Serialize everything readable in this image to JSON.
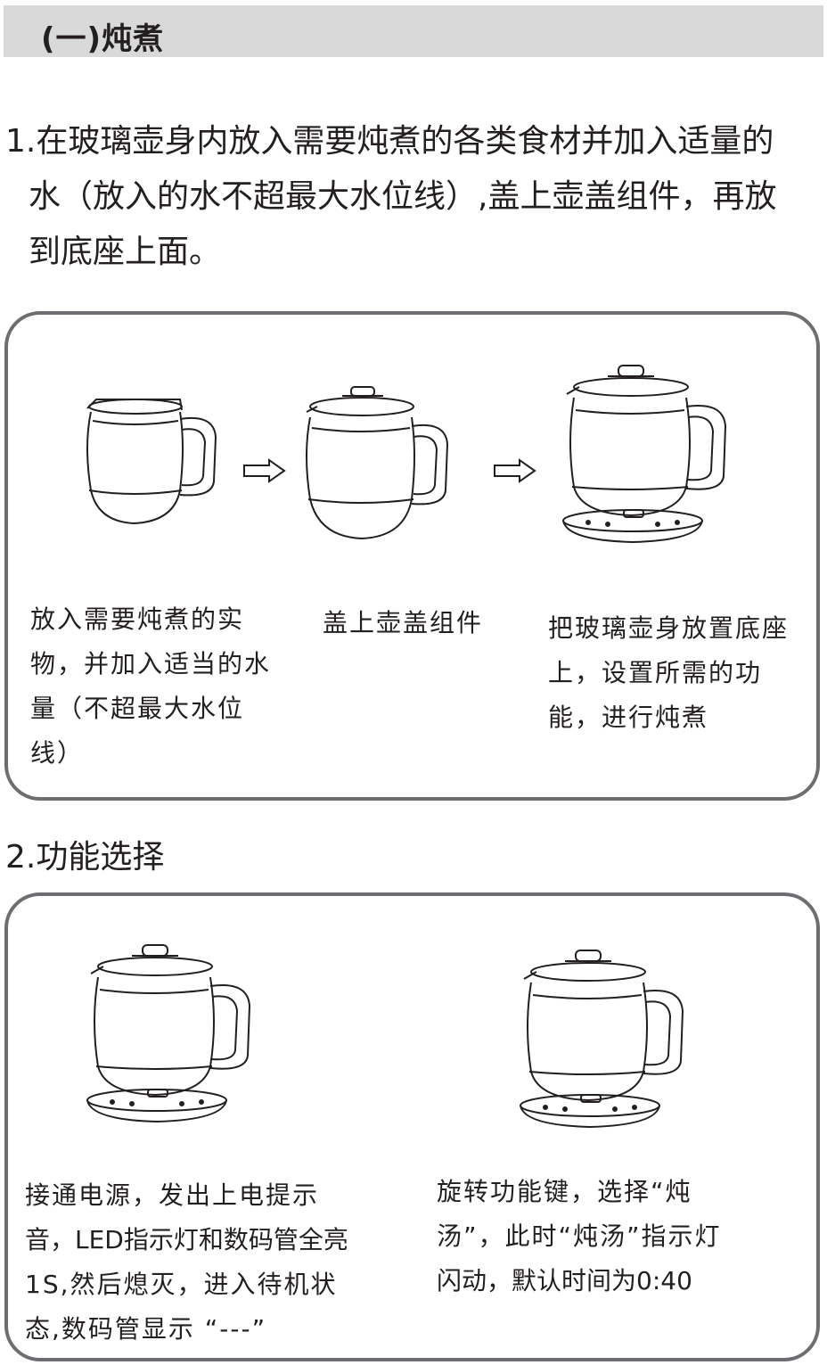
{
  "section_header": {
    "title": "(一)炖煮"
  },
  "step1": {
    "lines": [
      "1.在玻璃壶身内放入需要炖煮的各类食材并加入适量的",
      "水（放入的水不超最大水位线）,盖上壶盖组件，再放",
      "到底座上面。"
    ],
    "captions": {
      "a": [
        "放入需要炖煮的实",
        "物，并加入适当的水",
        "量（不超最大水位",
        "线）"
      ],
      "b": [
        "盖上壶盖组件"
      ],
      "c": [
        "把玻璃壶身放置底座",
        "上，设置所需的功",
        "能，进行炖煮"
      ]
    }
  },
  "step2": {
    "title": "2.功能选择",
    "captions": {
      "a": [
        "接通电源，发出上电提示",
        "音，LED指示灯和数码管全亮",
        "1S,然后熄灭，进入待机状",
        "态,数码管显示 “---”"
      ],
      "b": [
        "旋转功能键，选择“炖",
        "汤”，此时“炖汤”指示灯",
        "闪动，默认时间为0:40"
      ]
    }
  },
  "icons": [
    "arrow-right-icon",
    "kettle-icon",
    "kettle-lid-icon",
    "kettle-base-icon"
  ],
  "colors": {
    "header_bg": "#d9d9d9",
    "panel_border": "#6d6e71",
    "text": "#231f20"
  }
}
